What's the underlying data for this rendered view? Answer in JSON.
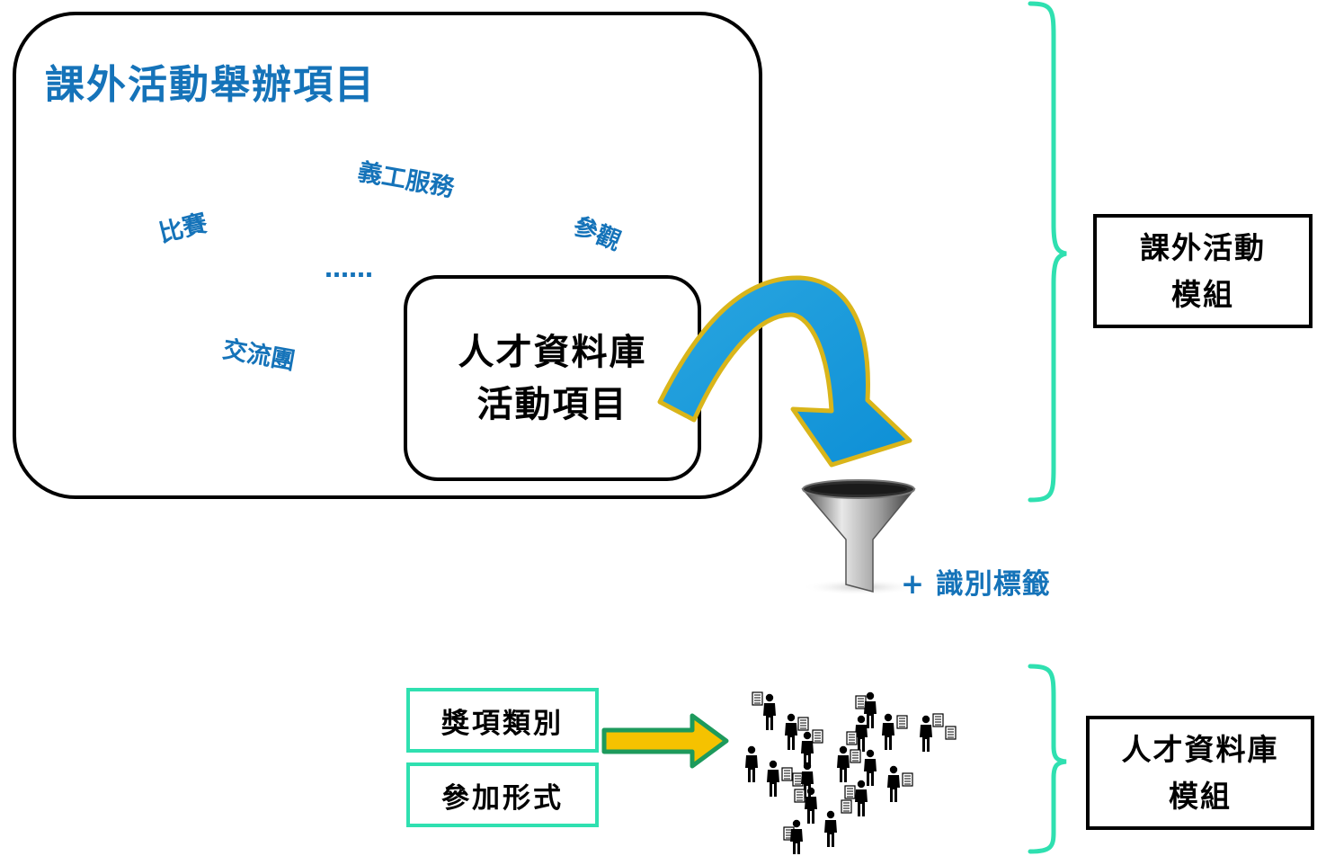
{
  "activity_section": {
    "title": "課外活動舉辦項目",
    "examples": [
      "義工服務",
      "比賽",
      "參觀",
      "……",
      "交流團"
    ],
    "talent_items_line1": "人才資料庫",
    "talent_items_line2": "活動項目"
  },
  "filter": {
    "label": "+ 識別標籤"
  },
  "criteria": {
    "award_category": "獎項類別",
    "participation_form": "參加形式"
  },
  "modules": {
    "activity_module_line1": "課外活動",
    "activity_module_line2": "模組",
    "talent_module_line1": "人才資料庫",
    "talent_module_line2": "模組"
  },
  "colors": {
    "title_blue": "#1573b9",
    "bracket_green": "#2fe0b0",
    "arrow_blue": "#1aa9e6",
    "arrow_outline": "#d9b51a",
    "small_arrow_fill": "#f5c200",
    "small_arrow_outline": "#1d9a5c"
  },
  "icons": [
    "curved-arrow-icon",
    "funnel-icon",
    "right-arrow-icon",
    "people-crowd-icon"
  ]
}
